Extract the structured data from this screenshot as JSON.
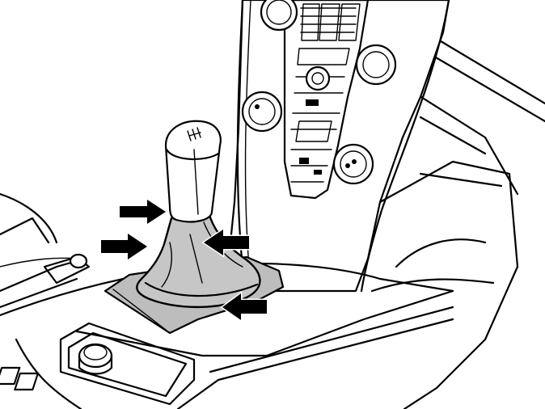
{
  "illustration": {
    "subject": "manual-gear-lever-boot-removal",
    "colors": {
      "line": "#000000",
      "background": "#ffffff",
      "boot_trim_fill": "#bdbdbd",
      "arrow_fill": "#000000"
    },
    "arrows": [
      {
        "id": "arrow-upper-left",
        "direction": "right",
        "target": "gear-knob-neck"
      },
      {
        "id": "arrow-lower-left",
        "direction": "right",
        "target": "gear-boot-left"
      },
      {
        "id": "arrow-upper-right",
        "direction": "left",
        "target": "gear-boot-right"
      },
      {
        "id": "arrow-lower-right",
        "direction": "left",
        "target": "boot-frame-right"
      }
    ]
  }
}
